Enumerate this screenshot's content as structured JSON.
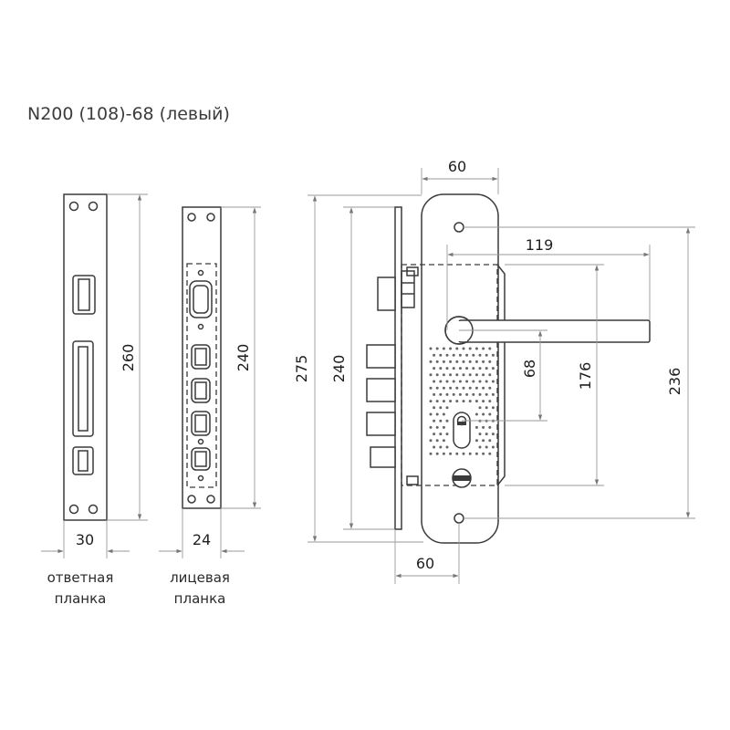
{
  "title": "N200 (108)-68 (левый)",
  "strike_plate": {
    "width": "30",
    "height": "260",
    "label_line1": "ответная",
    "label_line2": "планка"
  },
  "face_plate": {
    "width": "24",
    "height": "240",
    "label_line1": "лицевая",
    "label_line2": "планка"
  },
  "lock_body": {
    "total_height": "275",
    "body_height": "240",
    "backset": "60",
    "escutcheon_width": "60"
  },
  "handle": {
    "length": "119",
    "center_distance": "68",
    "keyhole_span": "176",
    "screw_span": "236"
  }
}
